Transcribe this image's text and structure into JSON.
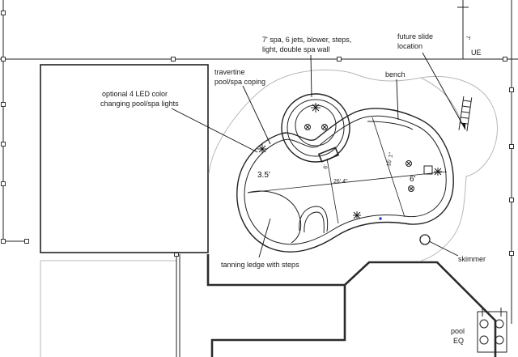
{
  "labels": {
    "spa_note_line1": "7' spa, 6 jets, blower, steps,",
    "spa_note_line2": "light, double spa wall",
    "slide_note_line1": "future slide",
    "slide_note_line2": "location",
    "coping_note_line1": "travertine",
    "coping_note_line2": "pool/spa coping",
    "lights_note_line1": "optional 4 LED color",
    "lights_note_line2": "changing pool/spa lights",
    "bench": "bench",
    "ue": "UE",
    "setback": "7'",
    "depth_shallow": "3.5'",
    "depth_deep": "6'",
    "length_dim": "26' 4\"",
    "width_dim": "16' 1\"",
    "spa_dim": "6'",
    "ledge_note": "tanning ledge with steps",
    "skimmer": "skimmer",
    "equipment_line1": "pool",
    "equipment_line2": "EQ"
  },
  "colors": {
    "line": "#222222",
    "house": "#2b2b2b",
    "deck": "#b8b8b8",
    "background": "#ffffff"
  }
}
